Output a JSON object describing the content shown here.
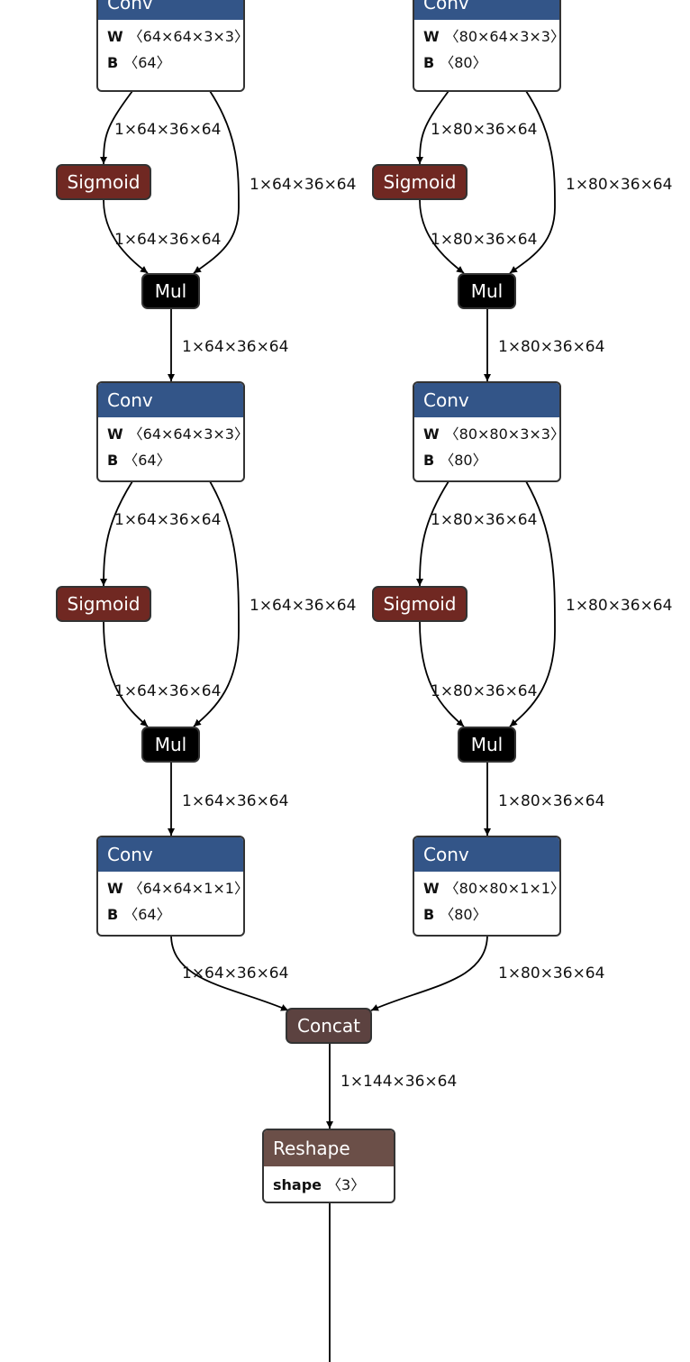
{
  "nodes": {
    "left_conv1": {
      "title": "Conv",
      "w_label": "W",
      "w_value": "〈64×64×3×3〉",
      "b_label": "B",
      "b_value": "〈64〉"
    },
    "right_conv1": {
      "title": "Conv",
      "w_label": "W",
      "w_value": "〈80×64×3×3〉",
      "b_label": "B",
      "b_value": "〈80〉"
    },
    "left_sig1": "Sigmoid",
    "right_sig1": "Sigmoid",
    "left_mul1": "Mul",
    "right_mul1": "Mul",
    "left_conv2": {
      "title": "Conv",
      "w_label": "W",
      "w_value": "〈64×64×3×3〉",
      "b_label": "B",
      "b_value": "〈64〉"
    },
    "right_conv2": {
      "title": "Conv",
      "w_label": "W",
      "w_value": "〈80×80×3×3〉",
      "b_label": "B",
      "b_value": "〈80〉"
    },
    "left_sig2": "Sigmoid",
    "right_sig2": "Sigmoid",
    "left_mul2": "Mul",
    "right_mul2": "Mul",
    "left_conv3": {
      "title": "Conv",
      "w_label": "W",
      "w_value": "〈64×64×1×1〉",
      "b_label": "B",
      "b_value": "〈64〉"
    },
    "right_conv3": {
      "title": "Conv",
      "w_label": "W",
      "w_value": "〈80×80×1×1〉",
      "b_label": "B",
      "b_value": "〈80〉"
    },
    "concat": "Concat",
    "reshape": {
      "title": "Reshape",
      "shape_label": "shape",
      "shape_value": "〈3〉"
    }
  },
  "edges": {
    "left": "1×64×36×64",
    "right": "1×80×36×64",
    "concat_out": "1×144×36×64"
  },
  "colors": {
    "conv": "#335588",
    "sigmoid": "#702822",
    "mul": "#000000",
    "concat": "#5c4240",
    "reshape": "#6b4f48"
  }
}
